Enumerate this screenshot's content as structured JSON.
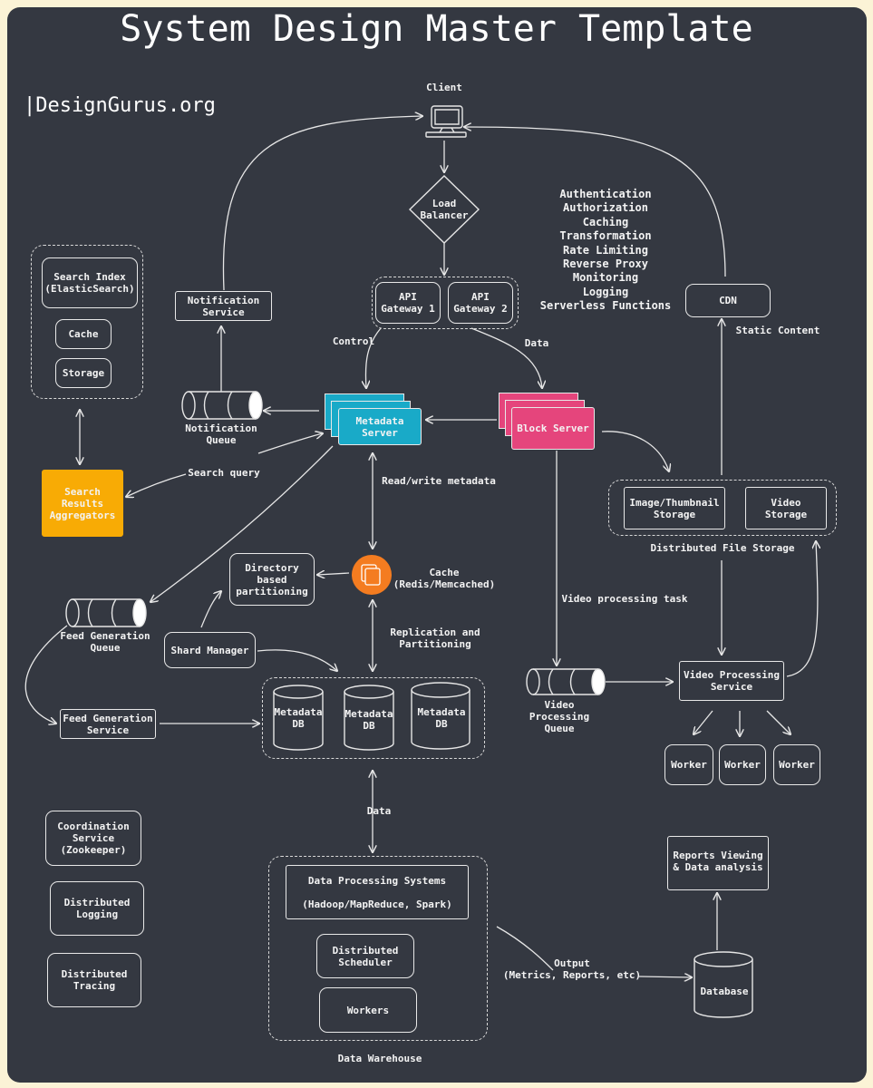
{
  "title": "System Design Master Template",
  "brand": "|DesignGurus.org",
  "client": {
    "label": "Client"
  },
  "load_balancer": {
    "label": "Load\nBalancer"
  },
  "api_gateway_1": {
    "label": "API\nGateway 1"
  },
  "api_gateway_2": {
    "label": "API\nGateway 2"
  },
  "gateway_features": [
    "Authentication",
    "Authorization",
    "Caching",
    "Transformation",
    "Rate Limiting",
    "Reverse Proxy",
    "Monitoring",
    "Logging",
    "Serverless Functions"
  ],
  "cdn": {
    "label": "CDN",
    "note": "Static Content"
  },
  "notification_service": {
    "label": "Notification\nService"
  },
  "notification_queue": {
    "label": "Notification\nQueue"
  },
  "search_group": {
    "index": "Search Index\n(ElasticSearch)",
    "cache": "Cache",
    "storage": "Storage"
  },
  "search_results": {
    "label": "Search\nResults\nAggregators"
  },
  "edge_labels": {
    "control": "Control",
    "data": "Data",
    "search_query": "Search query",
    "rw_metadata": "Read/write metadata",
    "replication": "Replication and\nPartitioning",
    "video_task": "Video processing task",
    "data_down": "Data",
    "output": "Output\n(Metrics, Reports, etc)"
  },
  "metadata_server": {
    "label": "Metadata\nServer"
  },
  "block_server": {
    "label": "Block Server"
  },
  "file_storage": {
    "image": "Image/Thumbnail\nStorage",
    "video": "Video\nStorage",
    "label": "Distributed File Storage"
  },
  "directory_partitioning": {
    "label": "Directory\nbased\npartitioning"
  },
  "cache_redis": {
    "label": "Cache\n(Redis/Memcached)"
  },
  "feed_queue": {
    "label": "Feed Generation\nQueue"
  },
  "shard_manager": {
    "label": "Shard Manager"
  },
  "feed_service": {
    "label": "Feed Generation\nService"
  },
  "metadata_dbs": [
    "Metadata\nDB",
    "Metadata\nDB",
    "Metadata\nDB"
  ],
  "video_queue": {
    "label": "Video Processing\nQueue"
  },
  "video_service": {
    "label": "Video Processing\nService"
  },
  "workers": [
    "Worker",
    "Worker",
    "Worker"
  ],
  "coordination": {
    "label": "Coordination\nService\n(Zookeeper)"
  },
  "dist_logging": {
    "label": "Distributed\nLogging"
  },
  "dist_tracing": {
    "label": "Distributed\nTracing"
  },
  "warehouse": {
    "dps": "Data Processing Systems\n\n(Hadoop/MapReduce, Spark)",
    "scheduler": "Distributed\nScheduler",
    "workers": "Workers",
    "label": "Data Warehouse"
  },
  "reports": {
    "label": "Reports Viewing\n& Data analysis"
  },
  "database": {
    "label": "Database"
  },
  "colors": {
    "background": "#343841",
    "frame": "#fbf3d6",
    "metadata": "#19aac8",
    "block": "#e5457c",
    "search": "#f8ab05",
    "cache_icon": "#f47c20"
  }
}
